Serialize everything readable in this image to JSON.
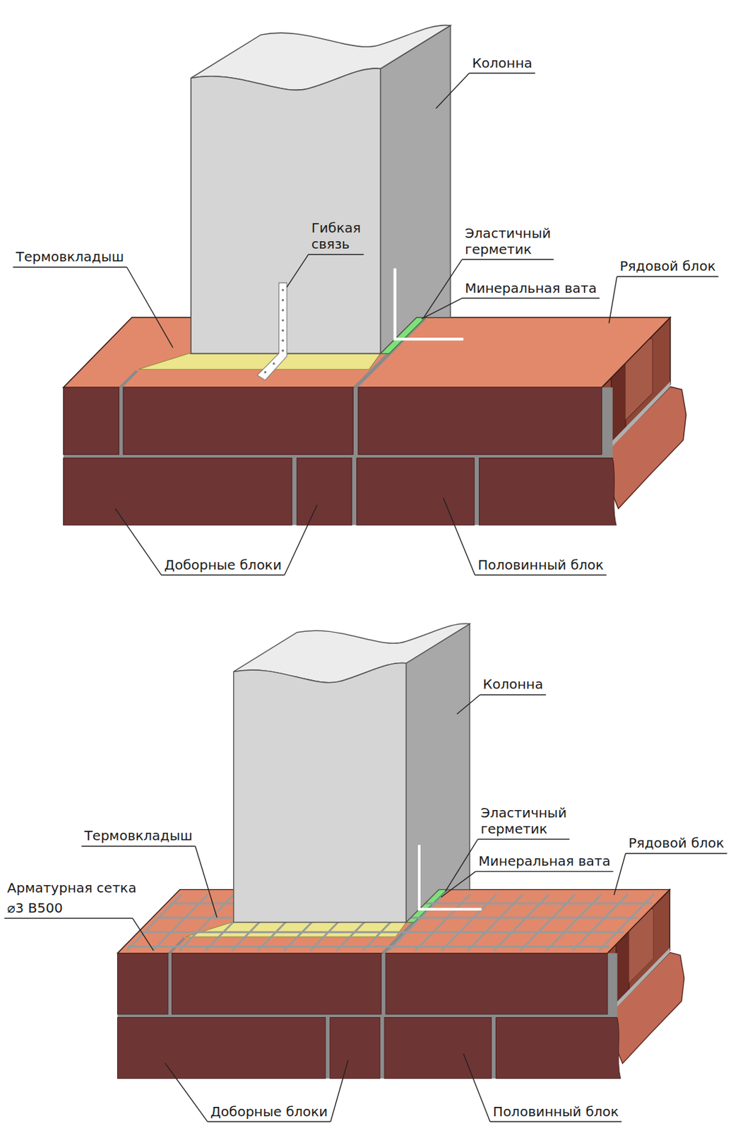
{
  "diagram": {
    "labels": [
      "Колонна",
      "Гибкая связь",
      "Эластичный герметик",
      "Термовкладыш",
      "Рядовой блок",
      "Минеральная вата",
      "Доборные блоки",
      "Половинный блок",
      "Колонна",
      "Термовкладыш",
      "Эластичный герметик",
      "Рядовой блок",
      "Минеральная вата",
      "Арматурная сетка",
      "⌀3 В500",
      "Доборные блоки",
      "Половинный блок"
    ]
  }
}
